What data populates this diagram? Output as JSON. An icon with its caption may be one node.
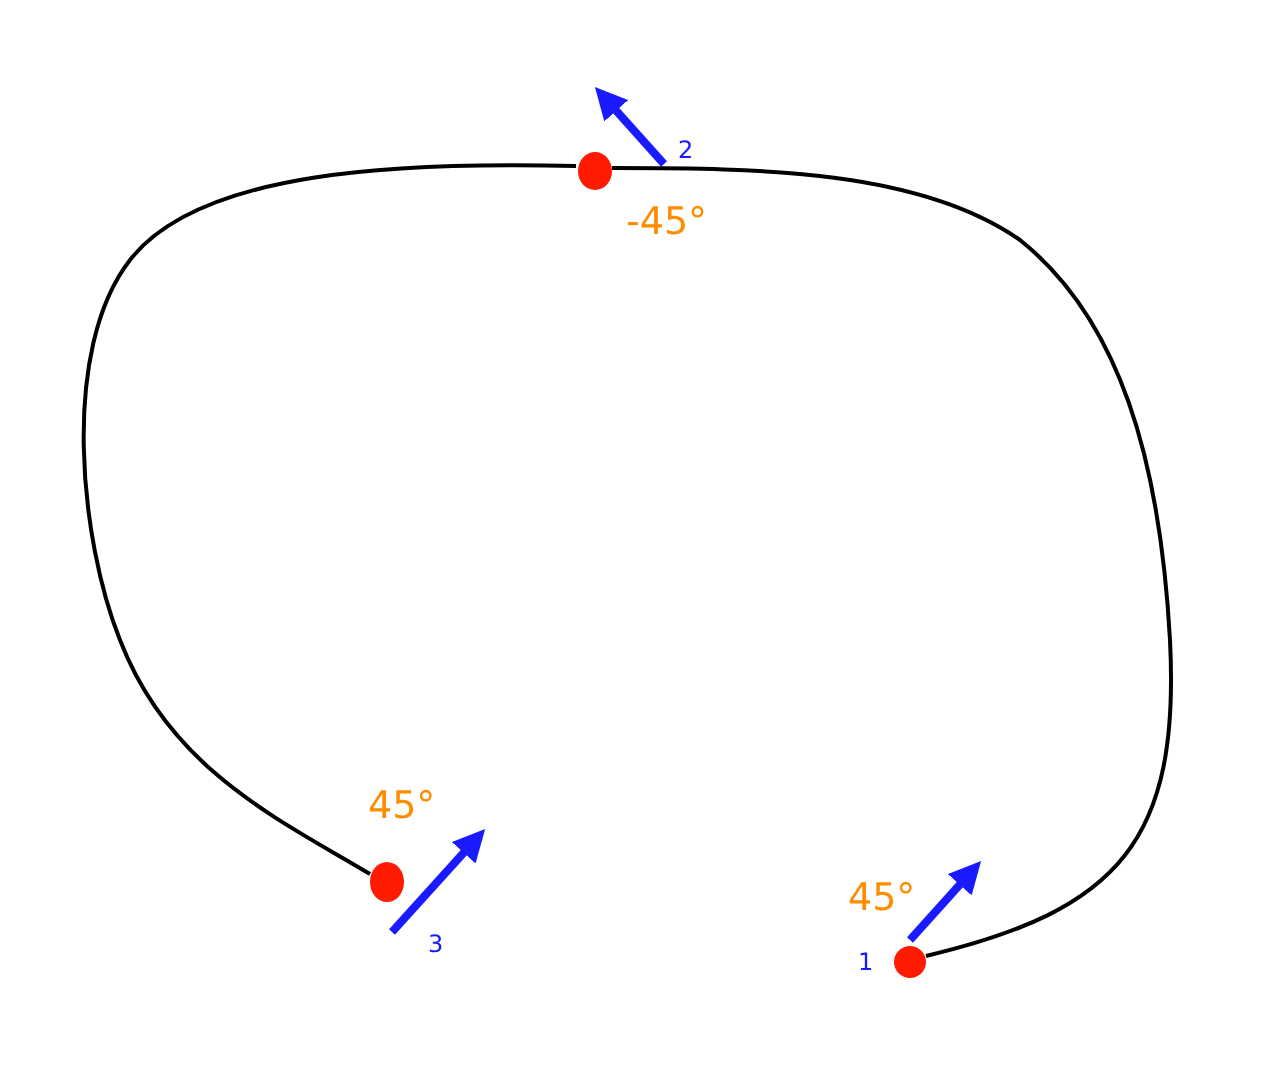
{
  "diagram": {
    "nodes": [
      {
        "text": [],
        "shape": "circle",
        "beside": [
          "45°",
          "1"
        ]
      },
      {
        "text": [],
        "shape": "circle",
        "beside": [
          "2",
          "-45°"
        ]
      },
      {
        "text": [],
        "shape": "circle",
        "beside": [
          "45°",
          "3"
        ]
      }
    ],
    "edges": [
      {
        "from": 0,
        "to": 1,
        "arrow": "none"
      },
      {
        "from": 1,
        "to": 2,
        "arrow": "none"
      }
    ]
  }
}
